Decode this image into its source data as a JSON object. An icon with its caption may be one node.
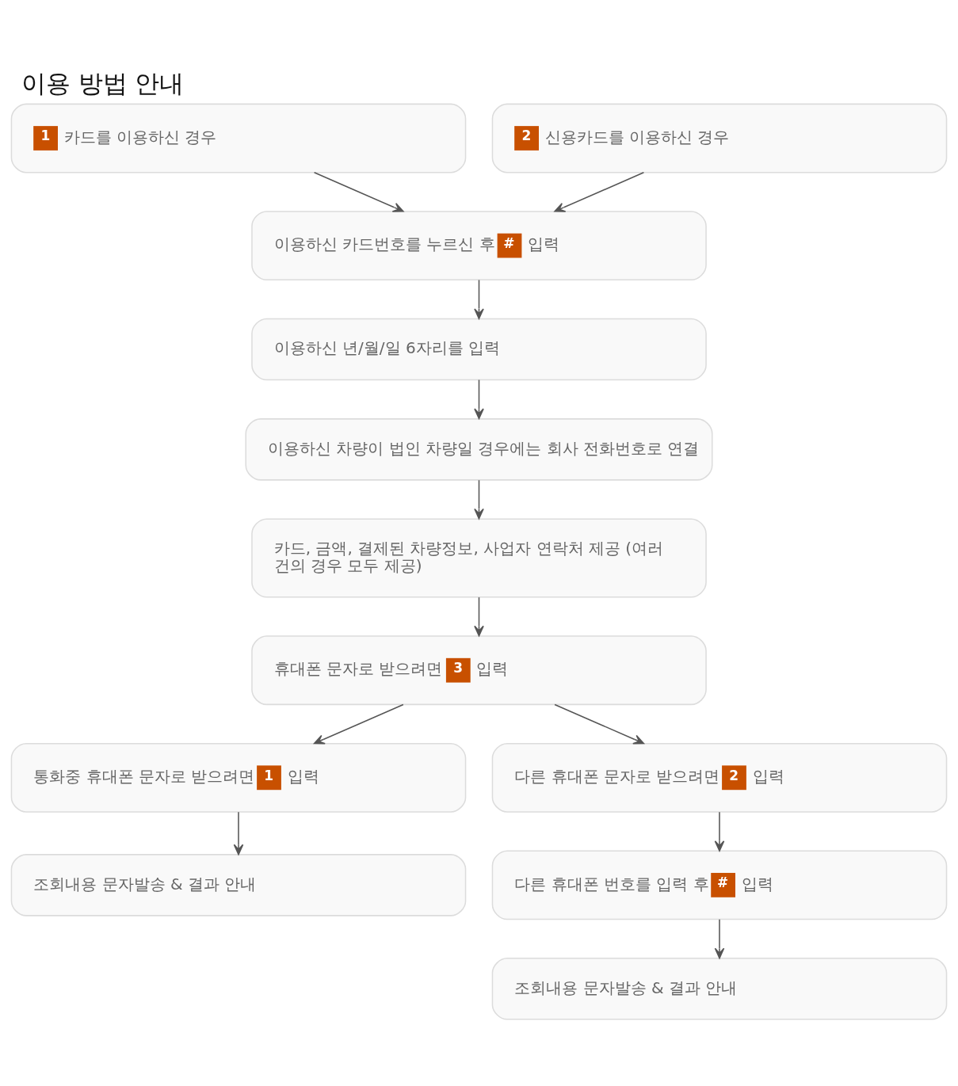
{
  "diagram": {
    "title": "이용 방법 안내",
    "nodes": [
      {
        "text": [
          "**1** 카드를 이용하신 경우"
        ]
      },
      {
        "text": [
          "**2** 신용카드를 이용하신 경우"
        ]
      },
      {
        "text": [
          "이용하신 카드번호를 누르신 후 **#** 입력"
        ]
      },
      {
        "text": [
          "이용하신 년/월/일 6자리를 입력"
        ]
      },
      {
        "text": [
          "이용하신 차량이 법인 차량일 경우에는 회사 전화번호로 연결"
        ]
      },
      {
        "text": [
          "카드, 금액, 결제된 차량정보, 사업자 연락처 제공 (여러 건의 경우 모두 제공)"
        ]
      },
      {
        "text": [
          "휴대폰 문자로 받으려면 **3** 입력"
        ]
      },
      {
        "text": [
          "통화중 휴대폰 문자로 받으려면 **1** 입력"
        ]
      },
      {
        "text": [
          "다른 휴대폰 문자로 받으려면 **2** 입력"
        ]
      },
      {
        "text": [
          "조회내용 문자발송 & 결과 안내"
        ]
      },
      {
        "text": [
          "다른 휴대폰 번호를 입력 후 **#** 입력"
        ]
      },
      {
        "text": [
          "조회내용 문자발송 & 결과 안내"
        ]
      }
    ],
    "edges": [
      {
        "from": 0,
        "to": 2,
        "arrow": "to"
      },
      {
        "from": 1,
        "to": 2,
        "arrow": "to"
      },
      {
        "from": 2,
        "to": 3,
        "arrow": "to"
      },
      {
        "from": 3,
        "to": 4,
        "arrow": "to"
      },
      {
        "from": 4,
        "to": 5,
        "arrow": "to"
      },
      {
        "from": 5,
        "to": 6,
        "arrow": "to"
      },
      {
        "from": 6,
        "to": 7,
        "arrow": "to"
      },
      {
        "from": 6,
        "to": 8,
        "arrow": "to"
      },
      {
        "from": 7,
        "to": 9,
        "arrow": "to"
      },
      {
        "from": 8,
        "to": 10,
        "arrow": "to"
      },
      {
        "from": 10,
        "to": 11,
        "arrow": "to"
      }
    ]
  }
}
